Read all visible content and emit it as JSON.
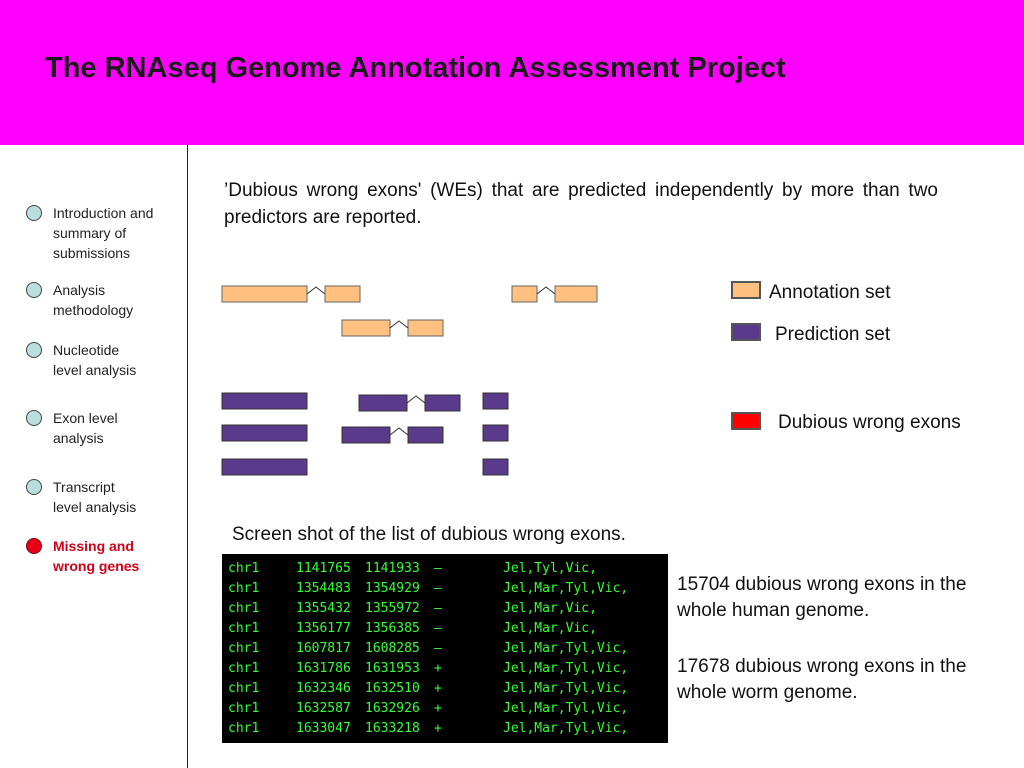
{
  "header": {
    "title": "The RNAseq Genome Annotation Assessment Project",
    "background": "#ff00ff"
  },
  "nav": {
    "items": [
      {
        "label": "Introduction and\nsummary of\nsubmissions",
        "active": false
      },
      {
        "label": "Analysis\nmethodology",
        "active": false
      },
      {
        "label": "Nucleotide\nlevel analysis",
        "active": false
      },
      {
        "label": "Exon level\nanalysis",
        "active": false
      },
      {
        "label": "Transcript\nlevel analysis",
        "active": false
      },
      {
        "label": "Missing and\nwrong genes",
        "active": true
      }
    ]
  },
  "intro": "’Dubious wrong exons' (WEs) that are predicted independently by more than two predictors are reported.",
  "legend": {
    "annotation": {
      "label": "Annotation set",
      "color": "#ffc080"
    },
    "prediction": {
      "label": "Prediction set",
      "color": "#5a3a8a"
    },
    "dubious": {
      "label": "Dubious wrong exons",
      "color": "#ff0000"
    }
  },
  "caption": "Screen shot of the list of dubious wrong exons.",
  "terminal": {
    "text_color": "#33ff33",
    "rows": [
      {
        "chr": "chr1",
        "start": "1141765",
        "end": "1141933",
        "strand": "–",
        "predictors": "Jel,Tyl,Vic,"
      },
      {
        "chr": "chr1",
        "start": "1354483",
        "end": "1354929",
        "strand": "–",
        "predictors": "Jel,Mar,Tyl,Vic,"
      },
      {
        "chr": "chr1",
        "start": "1355432",
        "end": "1355972",
        "strand": "–",
        "predictors": "Jel,Mar,Vic,"
      },
      {
        "chr": "chr1",
        "start": "1356177",
        "end": "1356385",
        "strand": "–",
        "predictors": "Jel,Mar,Vic,"
      },
      {
        "chr": "chr1",
        "start": "1607817",
        "end": "1608285",
        "strand": "–",
        "predictors": "Jel,Mar,Tyl,Vic,"
      },
      {
        "chr": "chr1",
        "start": "1631786",
        "end": "1631953",
        "strand": "+",
        "predictors": "Jel,Mar,Tyl,Vic,"
      },
      {
        "chr": "chr1",
        "start": "1632346",
        "end": "1632510",
        "strand": "+",
        "predictors": "Jel,Mar,Tyl,Vic,"
      },
      {
        "chr": "chr1",
        "start": "1632587",
        "end": "1632926",
        "strand": "+",
        "predictors": "Jel,Mar,Tyl,Vic,"
      },
      {
        "chr": "chr1",
        "start": "1633047",
        "end": "1633218",
        "strand": "+",
        "predictors": "Jel,Mar,Tyl,Vic,"
      }
    ]
  },
  "stats": {
    "human": "15704 dubious wrong exons in the whole human genome.",
    "worm": "17678 dubious wrong exons in the whole worm genome."
  }
}
